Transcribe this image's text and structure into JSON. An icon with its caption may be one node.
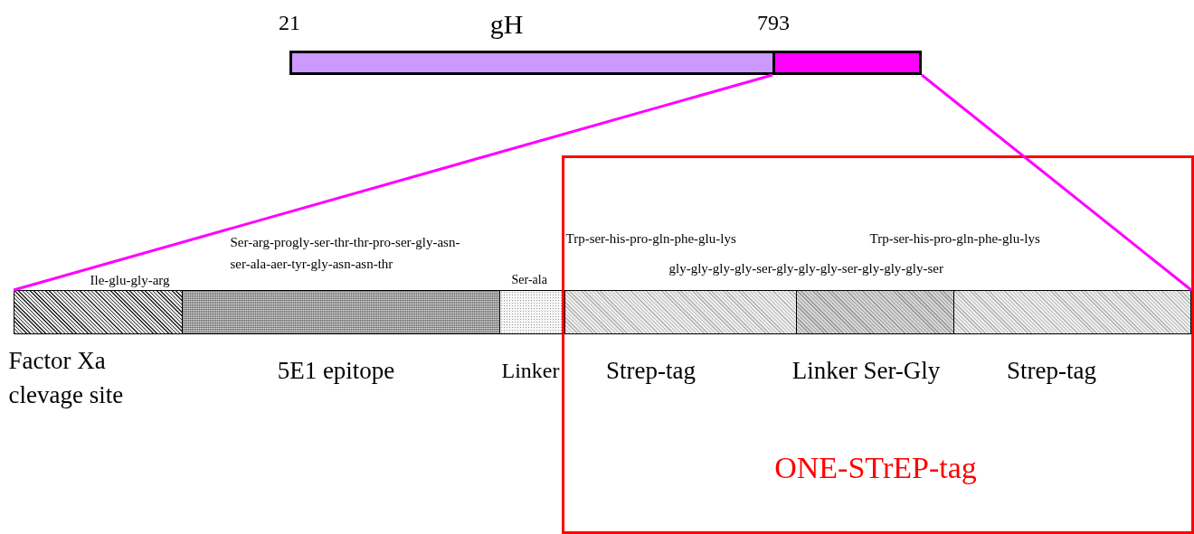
{
  "diagram": {
    "nodes": [
      {
        "text": [
          "gH"
        ],
        "beside": [
          "21",
          "793"
        ]
      },
      {
        "text": [],
        "shape": "bar"
      },
      {
        "text": [
          "Ile-glu-gly-arg",
          "Factor Xa clevage site"
        ]
      },
      {
        "text": [
          "Ser-arg-progly-ser-thr-thr-pro-ser-gly-asn- ser-ala-aer-tyr-gly-asn-asn-thr",
          "5E1 epitope"
        ]
      },
      {
        "text": [
          "Ser-ala",
          "Linker"
        ]
      },
      {
        "text": [
          "ONE-STrEP-tag"
        ]
      },
      {
        "text": [
          "Trp-ser-his-pro-gln-phe-glu-lys",
          "Strep-tag"
        ],
        "in": 5
      },
      {
        "text": [
          "gly-gly-gly-gly-ser-gly-gly-gly-ser-gly-gly-gly-ser",
          "Linker Ser-Gly"
        ],
        "in": 5
      },
      {
        "text": [
          "Trp-ser-his-pro-gln-phe-glu-lys",
          "Strep-tag"
        ],
        "in": 5
      }
    ],
    "edges": [
      {
        "from": 1,
        "to": 2,
        "arrow": "none",
        "color": "#ff00ff"
      },
      {
        "from": 1,
        "to": 8,
        "arrow": "none",
        "color": "#ff00ff"
      }
    ]
  }
}
